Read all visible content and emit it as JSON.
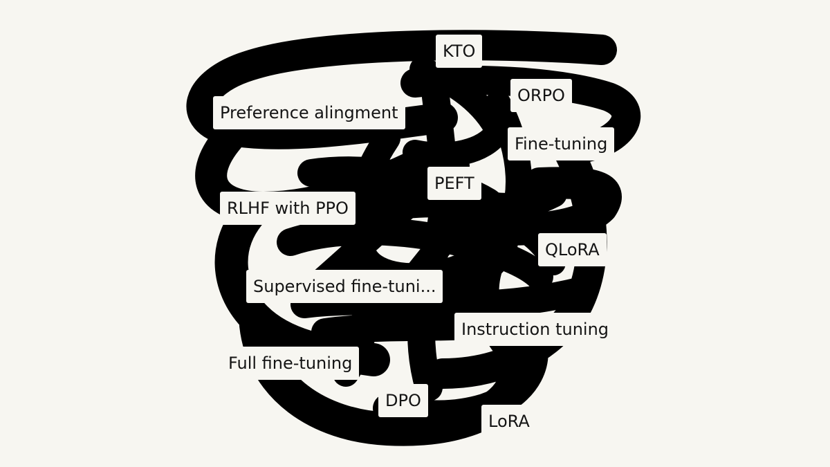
{
  "colors": {
    "background": "#f7f6f1",
    "ink": "#000000",
    "label_text": "#141414"
  },
  "labels": {
    "kto": "KTO",
    "orpo": "ORPO",
    "preference_alignment": "Preference alingment",
    "fine_tuning": "Fine-tuning",
    "peft": "PEFT",
    "rlhf_with_ppo": "RLHF with PPO",
    "qlora": "QLoRA",
    "supervised_fine_tuning": "Supervised fine-tuni...",
    "instruction_tuning": "Instruction tuning",
    "full_fine_tuning": "Full fine-tuning",
    "dpo": "DPO",
    "lora": "LoRA"
  }
}
